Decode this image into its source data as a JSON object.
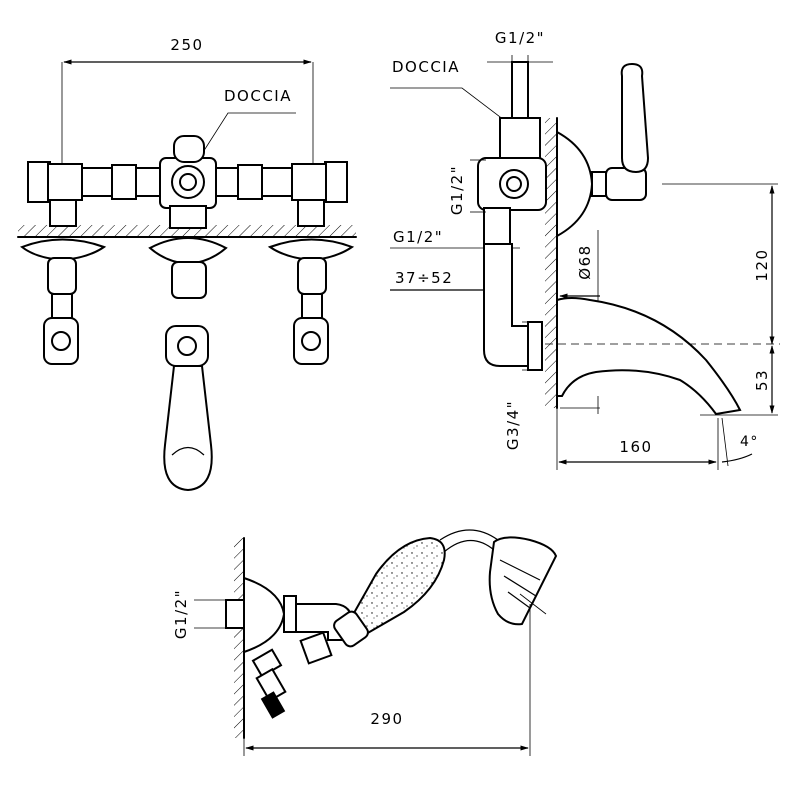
{
  "front_view": {
    "width_dim": "250",
    "shower_label": "DOCCIA"
  },
  "side_view": {
    "shower_label": "DOCCIA",
    "top_thread": "G1/2\"",
    "side_thread": "G1/2\"",
    "inlet_thread": "G1/2\"",
    "center_range": "37÷52",
    "diameter": "Ø68",
    "height_dim": "120",
    "spout_height": "53",
    "spout_reach": "160",
    "spout_angle": "4°",
    "outlet_thread": "G3/4\""
  },
  "shower_view": {
    "thread": "G1/2\"",
    "length_dim": "290"
  }
}
